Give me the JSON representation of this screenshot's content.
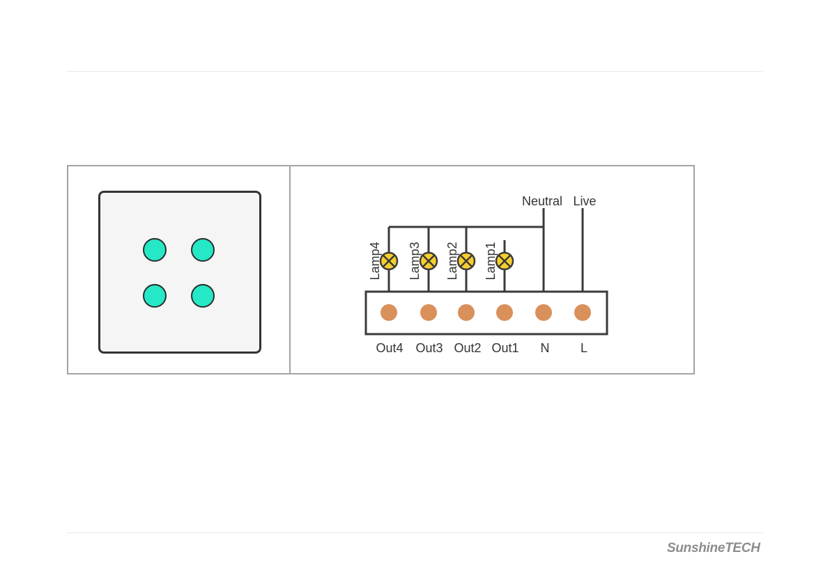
{
  "wiring": {
    "supply_labels": [
      "Neutral",
      "Live"
    ],
    "lamp_labels": [
      "Lamp4",
      "Lamp3",
      "Lamp2",
      "Lamp1"
    ],
    "terminal_labels": [
      "Out4",
      "Out3",
      "Out2",
      "Out1",
      "N",
      "L"
    ]
  },
  "switch_panel": {
    "key_count": 4
  },
  "colors": {
    "frame": "#a3a3a3",
    "touch_key": "#25e8c6",
    "lamp_fill": "#f6cf2e",
    "terminal": "#d9905a",
    "line": "#3a3a3a"
  },
  "brand": "SunshineTECH"
}
